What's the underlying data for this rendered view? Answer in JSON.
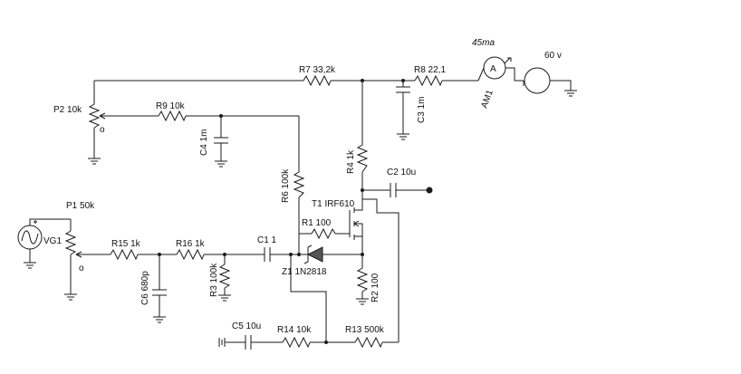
{
  "components": {
    "p2": {
      "name": "P2 10k"
    },
    "r9": {
      "name": "R9 10k"
    },
    "r7": {
      "name": "R7 33,2k"
    },
    "r8": {
      "name": "R8 22,1"
    },
    "am1": {
      "name": "AM1",
      "reading": "45ma"
    },
    "supply": {
      "name": "60 v"
    },
    "c3": {
      "name": "C3 1m"
    },
    "c4": {
      "name": "C4 1m"
    },
    "r4": {
      "name": "R4 1k"
    },
    "c2": {
      "name": "C2 10u"
    },
    "r6": {
      "name": "R6 100k"
    },
    "t1": {
      "name": "T1 IRF610"
    },
    "r1": {
      "name": "R1 100"
    },
    "p1": {
      "name": "P1 50k"
    },
    "vg1": {
      "name": "VG1"
    },
    "r15": {
      "name": "R15 1k"
    },
    "r16": {
      "name": "R16 1k"
    },
    "c1": {
      "name": "C1 1"
    },
    "z1": {
      "name": "Z1 1N2818"
    },
    "r2": {
      "name": "R2 100"
    },
    "c6": {
      "name": "C6 680p"
    },
    "r3": {
      "name": "R3 100k"
    },
    "c5": {
      "name": "C5 10u"
    },
    "r14": {
      "name": "R14 10k"
    },
    "r13": {
      "name": "R13 500k"
    }
  },
  "colors": {
    "wire": "#1a1a1a",
    "diode_fill": "#555555"
  },
  "symbols": {
    "potentiometer_wiper_mark": "o",
    "sine_source_icon": "sine-wave-icon",
    "ammeter_letter": "A"
  }
}
